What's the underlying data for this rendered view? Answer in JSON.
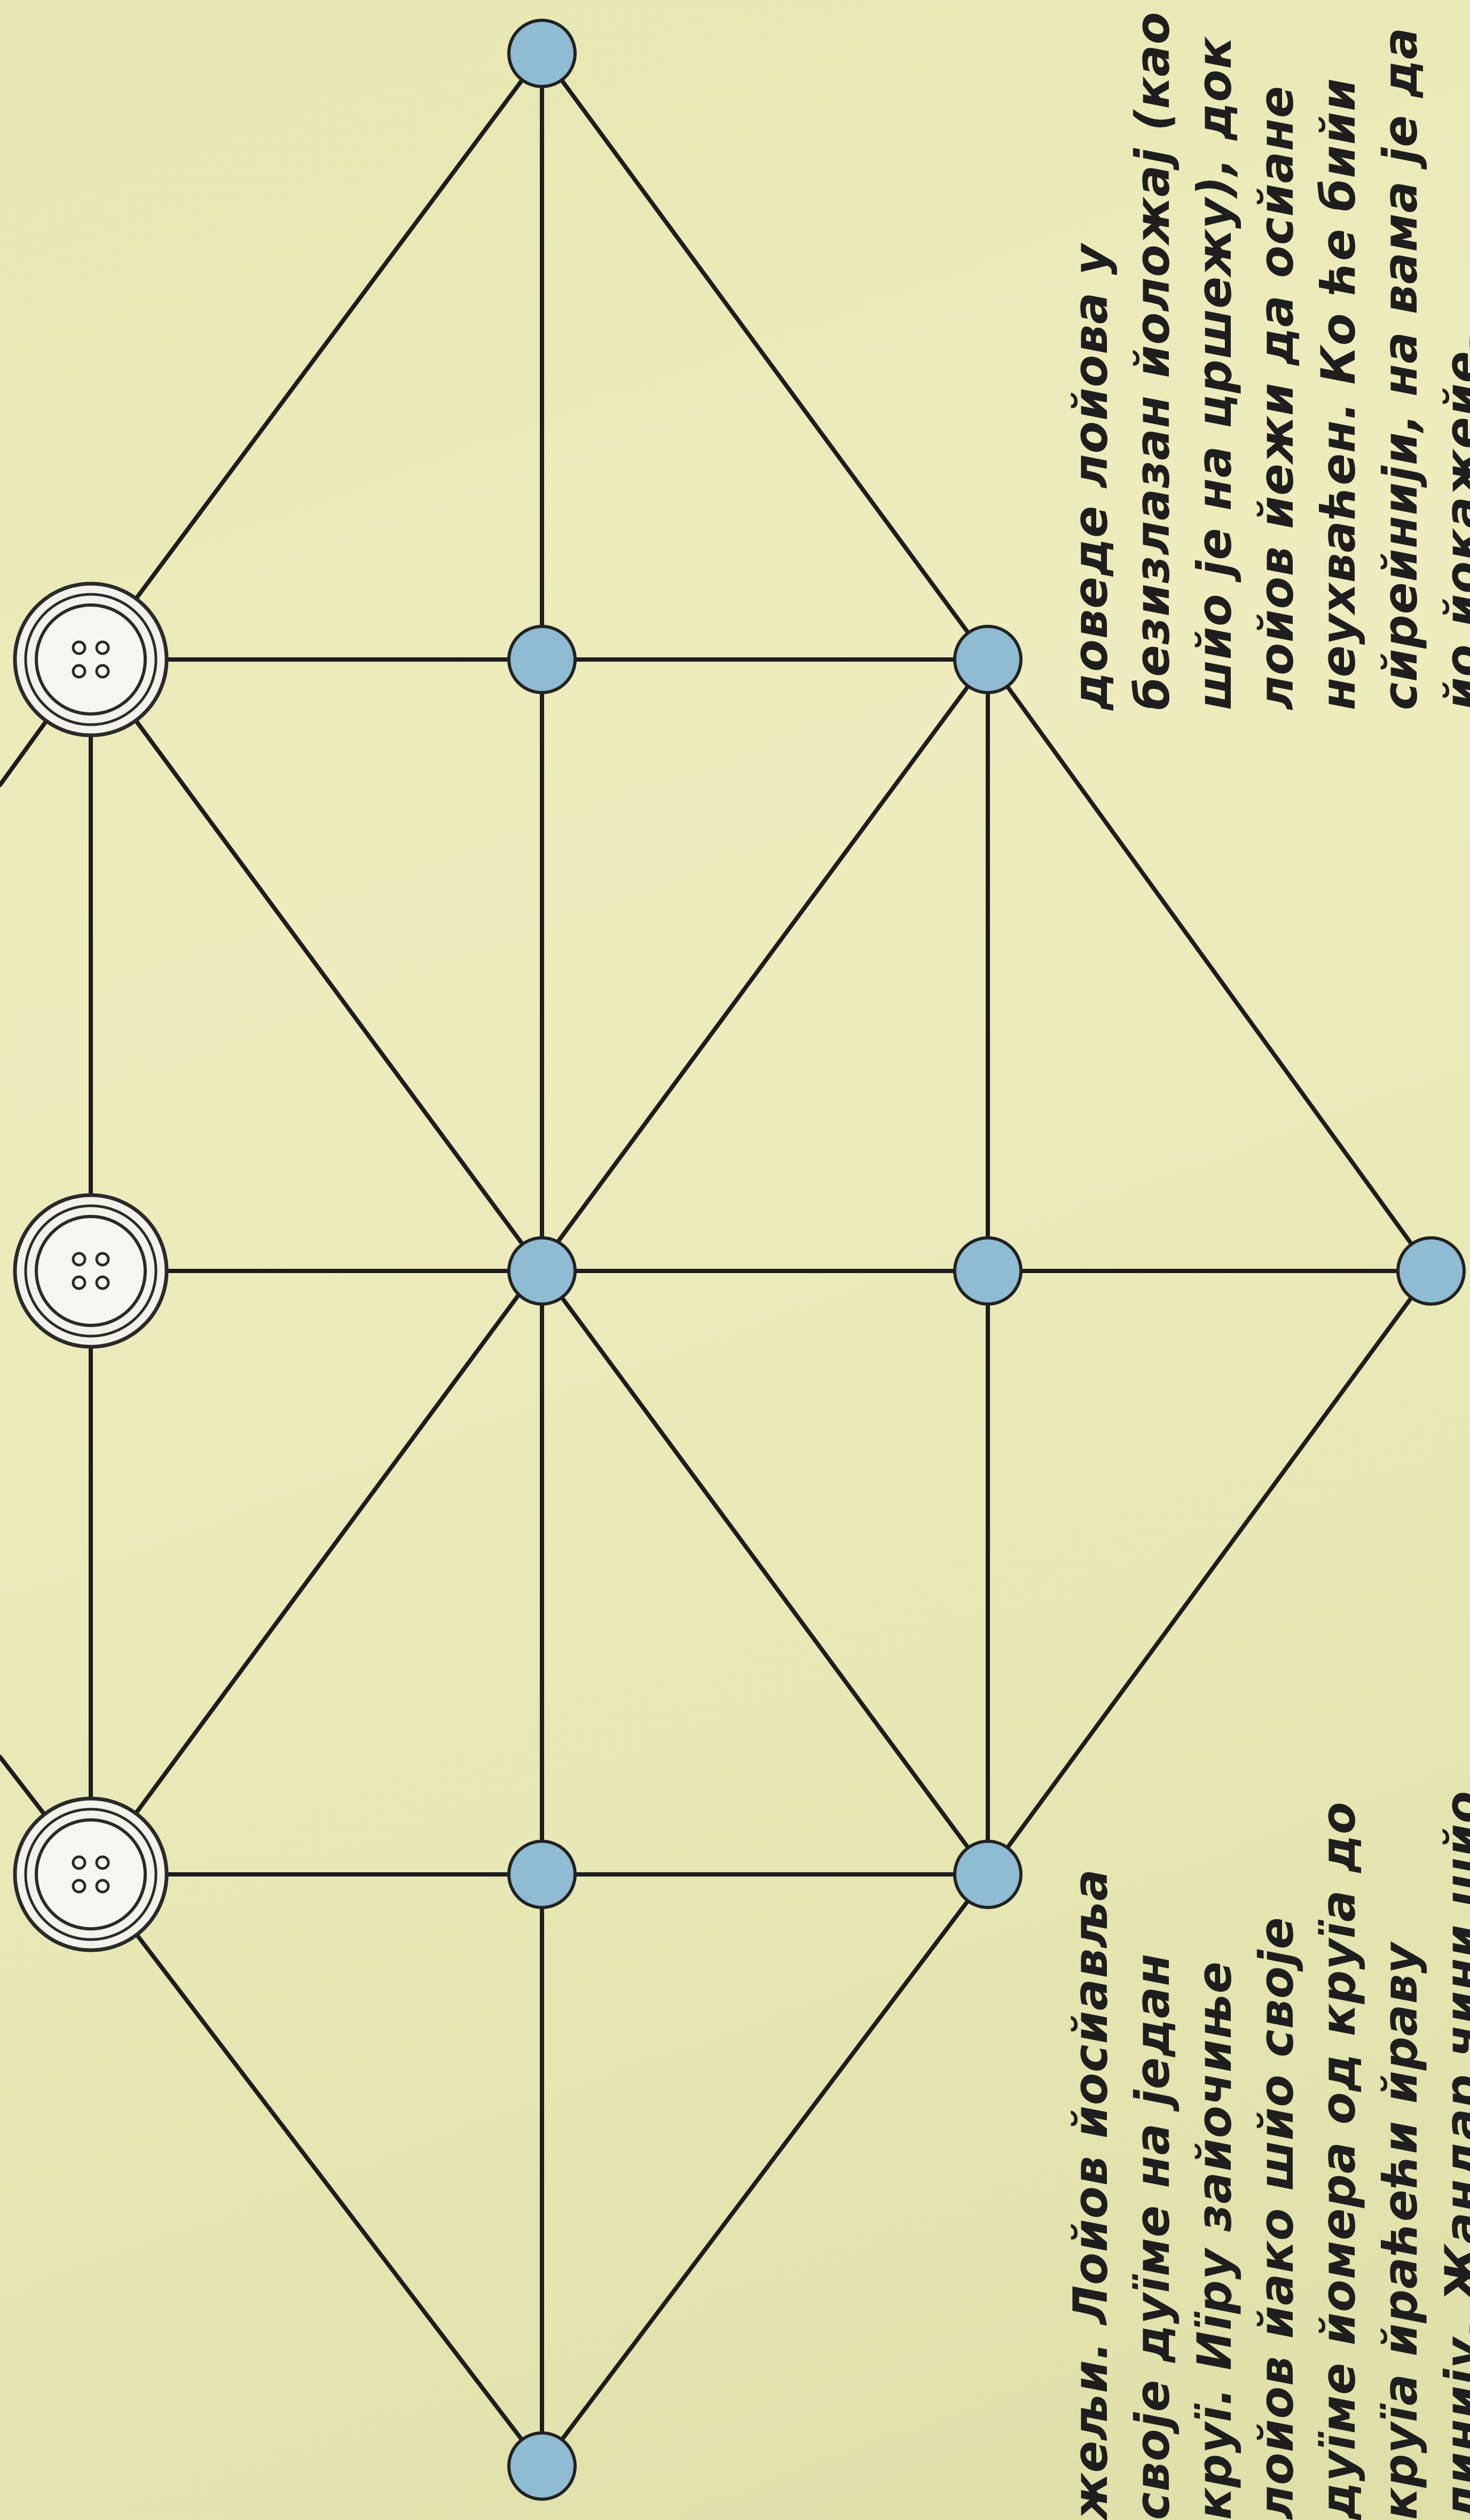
{
  "board": {
    "description_colors": {
      "background": "#e8e8b6",
      "node_fill": "#8fbbd3",
      "line": "#1d1d1d",
      "button": "#f3f1ea"
    },
    "pieces": [
      {
        "type": "button",
        "icon": "button-icon"
      },
      {
        "type": "button",
        "icon": "button-icon"
      },
      {
        "type": "button",
        "icon": "button-icon"
      }
    ]
  },
  "instructions": {
    "lower_lines": [
      "жељи. Лойов йосйавља",
      "своје дуїме на један",
      "круї. Иїру зайочиње",
      "лойов йако шйо своје",
      "дуїме йомера од круїа до",
      "круїа йраћећи йраву",
      "линију. Жандар чини шйо"
    ],
    "upper_lines": [
      "доведе лойова у",
      "безизлазан йоложај (као",
      "шйо је на цршежу), док",
      "лойов йежи да осйане",
      "неухваћен. Ко ће бийи",
      "сйрейнији, на вама је да",
      "йо йокажейе."
    ]
  }
}
